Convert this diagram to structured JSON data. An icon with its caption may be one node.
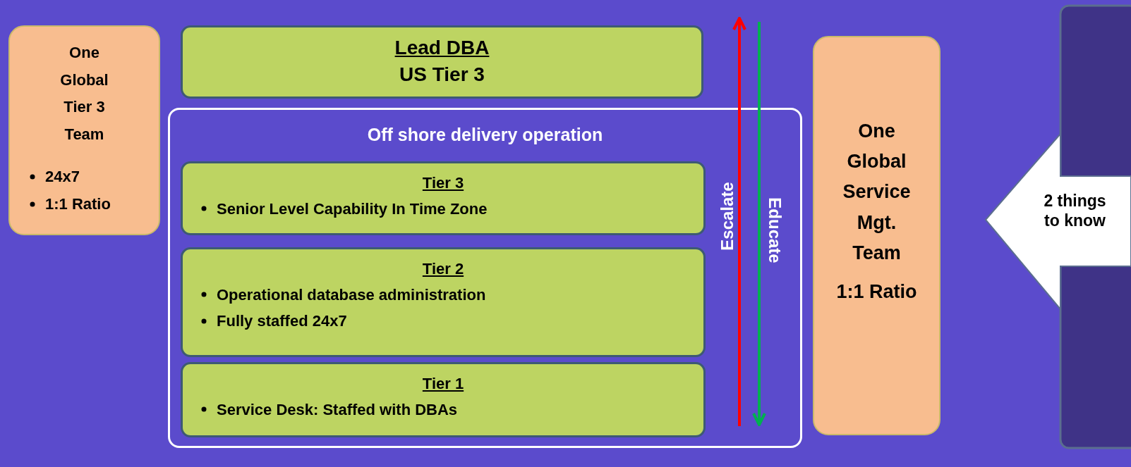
{
  "diagram": {
    "nodes": [
      {
        "text": [
          "One Global Tier 3 Team",
          "24x7",
          "1:1 Ratio"
        ]
      },
      {
        "text": [
          "Lead DBA",
          "US Tier 3"
        ]
      },
      {
        "text": [
          "Off shore delivery operation"
        ]
      },
      {
        "text": [
          "Tier 3",
          "Senior Level Capability In Time Zone"
        ],
        "in": 2
      },
      {
        "text": [
          "Tier 2",
          "Operational database administration",
          "Fully staffed 24x7"
        ],
        "in": 2
      },
      {
        "text": [
          "Tier 1",
          "Service Desk: Staffed with DBAs"
        ],
        "in": 2
      },
      {
        "text": [
          "One Global Service Mgt. Team",
          "1:1 Ratio"
        ]
      },
      {
        "text": [
          "2 things to know"
        ]
      }
    ],
    "edges": [],
    "labels": [
      "Escalate",
      "Educate"
    ]
  }
}
